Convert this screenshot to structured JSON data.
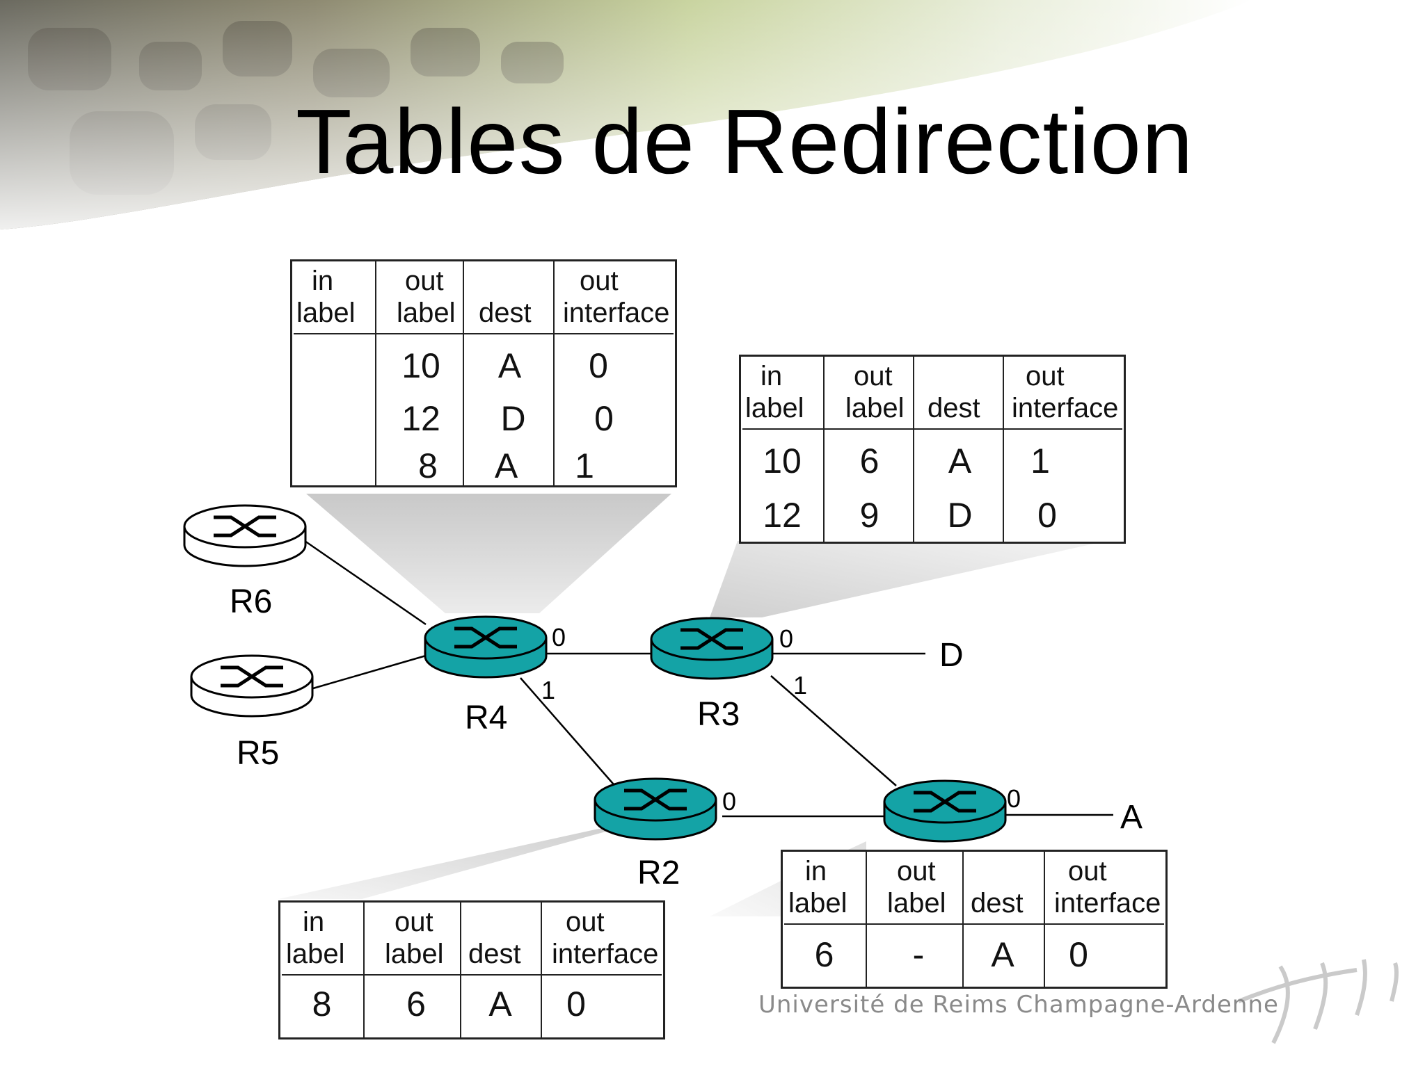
{
  "slide": {
    "title": "Tables de Redirection",
    "footer": "Université de Reims Champagne-Ardenne"
  },
  "headers": {
    "in": "in",
    "label": "label",
    "out": "out",
    "dest": "dest",
    "interface": "interface"
  },
  "tables": {
    "r4": {
      "rows": [
        [
          "",
          "10",
          "A",
          "0"
        ],
        [
          "",
          "12",
          "D",
          "0"
        ],
        [
          "",
          "8",
          "A",
          "1"
        ]
      ]
    },
    "r3": {
      "rows": [
        [
          "10",
          "6",
          "A",
          "1"
        ],
        [
          "12",
          "9",
          "D",
          "0"
        ]
      ]
    },
    "r2": {
      "rows": [
        [
          "8",
          "6",
          "A",
          "0"
        ]
      ]
    },
    "r1": {
      "rows": [
        [
          "6",
          "-",
          "A",
          "0"
        ]
      ]
    }
  },
  "routers": {
    "r6": "R6",
    "r5": "R5",
    "r4": "R4",
    "r3": "R3",
    "r2": "R2"
  },
  "ports": {
    "p0": "0",
    "p1": "1"
  },
  "destinations": {
    "d": "D",
    "a": "A"
  },
  "colors": {
    "router_active": "#14a3a6",
    "router_idle": "#ffffff"
  }
}
